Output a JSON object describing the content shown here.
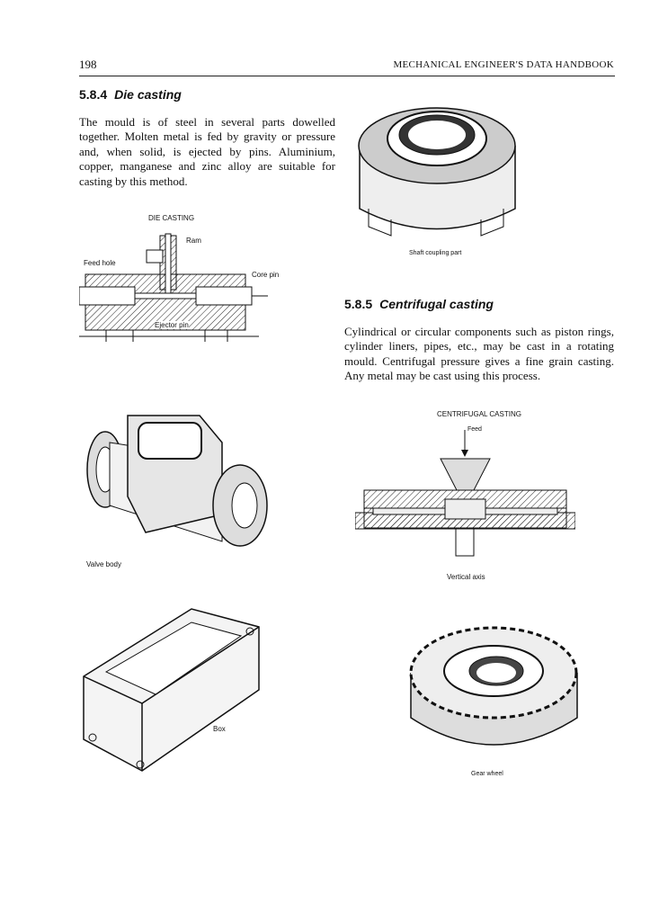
{
  "header": {
    "page_number": "198",
    "running_title": "MECHANICAL ENGINEER'S DATA HANDBOOK"
  },
  "section_584": {
    "number": "5.8.4",
    "title": "Die casting",
    "body": "The mould is of steel in several parts dowelled together. Molten metal is fed by gravity or pressure and, when solid, is ejected by pins. Aluminium, copper, manganese and zinc alloy are suitable for casting by this method."
  },
  "die_casting_figure": {
    "title": "DIE CASTING",
    "labels": {
      "ram": "Ram",
      "feed_hole": "Feed hole",
      "core_pin": "Core pin",
      "ejector_pin": "Ejector pin"
    }
  },
  "shaft_coupling": {
    "caption": "Shaft coupling part"
  },
  "section_585": {
    "number": "5.8.5",
    "title": "Centrifugal casting",
    "body": "Cylindrical or circular components such as piston rings, cylinder liners, pipes, etc., may be cast in a rotating mould. Centrifugal pressure gives a fine grain casting. Any metal may be cast using this process."
  },
  "centrifugal_figure": {
    "title": "CENTRIFUGAL CASTING",
    "labels": {
      "feed": "Feed",
      "vertical_axis": "Vertical axis"
    }
  },
  "valve_body": {
    "caption": "Valve body"
  },
  "box": {
    "caption": "Box"
  },
  "gear_wheel": {
    "caption": "Gear wheel"
  }
}
